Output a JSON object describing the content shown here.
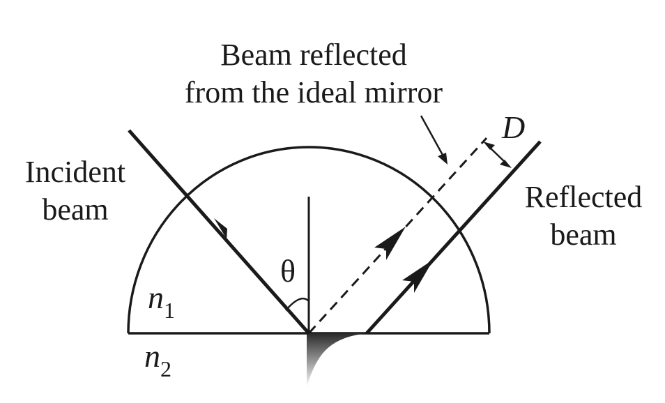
{
  "labels": {
    "reflected_ideal_line1": "Beam reflected",
    "reflected_ideal_line2": "from the ideal mirror",
    "incident_line1": "Incident",
    "incident_line2": "beam",
    "reflected_line1": "Reflected",
    "reflected_line2": "beam",
    "shift": "D",
    "angle": "θ",
    "medium1": "n",
    "medium1_sub": "1",
    "medium2": "n",
    "medium2_sub": "2"
  },
  "colors": {
    "stroke": "#1a1a1a",
    "background": "#ffffff"
  }
}
